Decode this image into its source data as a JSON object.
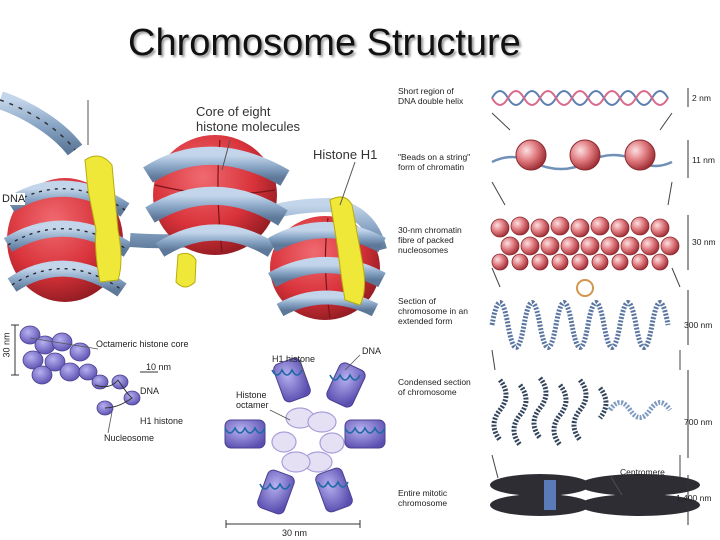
{
  "title": "Chromosome Structure",
  "panel_top_left": {
    "core_label": "Core of eight\nhistone molecules",
    "histone_h1_label": "Histone H1",
    "dna_label": "DNA"
  },
  "panel_bottom_left": {
    "scale_label": "30 nm",
    "octameric_label": "Octameric histone core",
    "ten_nm_label": "10 nm",
    "dna_label": "DNA",
    "h1_label": "H1 histone",
    "nucleosome_label": "Nucleosome"
  },
  "panel_bottom_middle": {
    "h1_label": "H1 histone",
    "dna_label": "DNA",
    "octamer_label": "Histone\noctamer",
    "scale_label": "30 nm"
  },
  "panel_right": {
    "levels": [
      {
        "label": "Short region of\nDNA double helix",
        "size": "2 nm"
      },
      {
        "label": "\"Beads on a string\"\nform of chromatin",
        "size": "11 nm"
      },
      {
        "label": "30-nm chromatin\nfibre of packed\nnucleosomes",
        "size": "30 nm"
      },
      {
        "label": "Section of\nchromosome in an\nextended form",
        "size": "300 nm"
      },
      {
        "label": "Condensed section\nof chromosome",
        "size": "700 nm"
      },
      {
        "label": "Entire mitotic\nchromosome",
        "size": "1,400 nm"
      }
    ],
    "centromere_label": "Centromere"
  },
  "colors": {
    "histone_red": "#d8323a",
    "dna_blue": "#8fa9c7",
    "h1_yellow": "#f0e838",
    "nucleosome_purple": "#7b72c8",
    "chromatin_dark": "#2d2d33"
  }
}
